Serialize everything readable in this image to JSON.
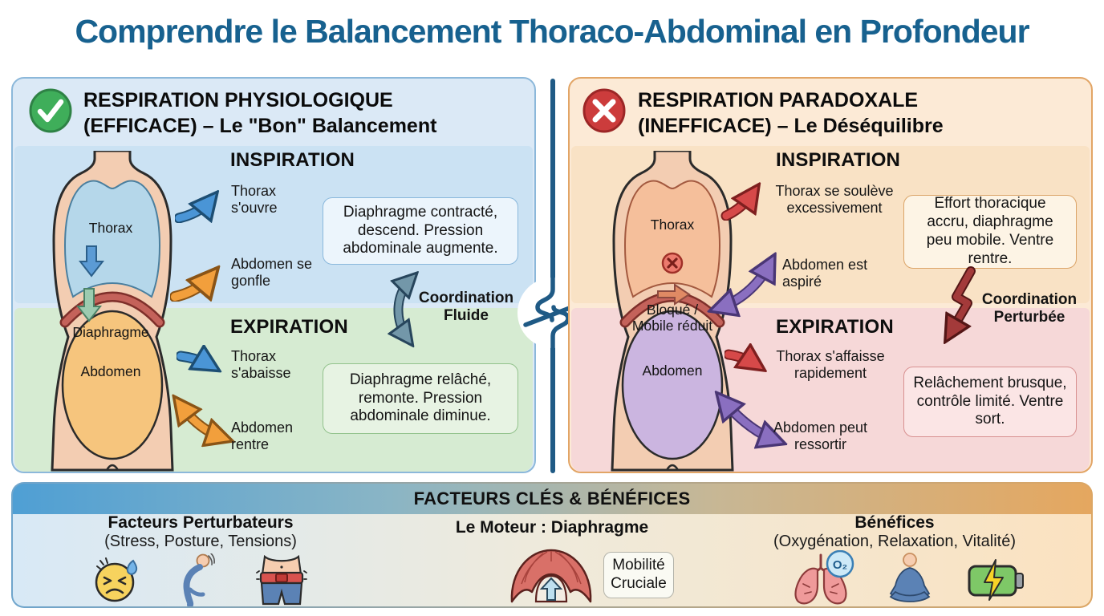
{
  "title": "Comprendre le Balancement Thoraco-Abdominal en Profondeur",
  "colors": {
    "title_blue": "#17618f",
    "good_green": "#3fae5a",
    "bad_red": "#cc3c3c",
    "blue_arrow": "#4a95d6",
    "orange_arrow": "#f29f3c",
    "red_arrow": "#d64949",
    "purple_arrow": "#8a6fc0",
    "teal_arrow": "#7397a9",
    "divider_blue": "#1f5a85"
  },
  "left_panel": {
    "heading_line1": "RESPIRATION PHYSIOLOGIQUE",
    "heading_line2": "(EFFICACE) – Le \"Bon\" Balancement",
    "inspiration": {
      "heading": "INSPIRATION",
      "point1": "Thorax s'ouvre",
      "point2": "Abdomen se gonfle",
      "note": "Diaphragme contracté, descend. Pression abdominale augmente."
    },
    "expiration": {
      "heading": "EXPIRATION",
      "point1": "Thorax s'abaisse",
      "point2": "Abdomen rentre",
      "note": "Diaphragme relâché, remonte. Pression abdominale diminue."
    },
    "coordination": "Coordination Fluide",
    "torso": {
      "thorax": "Thorax",
      "diaphragm": "Diaphragme",
      "abdomen": "Abdomen"
    }
  },
  "right_panel": {
    "heading_line1": "RESPIRATION PARADOXALE",
    "heading_line2": "(INEFFICACE) – Le Déséquilibre",
    "inspiration": {
      "heading": "INSPIRATION",
      "point1": "Thorax se soulève excessivement",
      "point2": "Abdomen est aspiré",
      "note": "Effort thoracique accru, diaphragme peu mobile. Ventre rentre."
    },
    "expiration": {
      "heading": "EXPIRATION",
      "point1": "Thorax s'affaisse rapidement",
      "point2": "Abdomen peut ressortir",
      "note": "Relâchement brusque, contrôle limité. Ventre sort."
    },
    "coordination": "Coordination Perturbée",
    "torso": {
      "thorax": "Thorax",
      "blocked": "Bloqué / Mobile réduit",
      "abdomen": "Abdomen"
    }
  },
  "footer": {
    "title": "FACTEURS CLÉS & BÉNÉFICES",
    "left": {
      "title": "Facteurs Perturbateurs",
      "subtitle": "(Stress, Posture, Tensions)"
    },
    "middle": {
      "title": "Le Moteur : Diaphragme",
      "badge": "Mobilité Cruciale"
    },
    "right": {
      "title": "Bénéfices",
      "subtitle": "(Oxygénation, Relaxation, Vitalité)",
      "o2_label": "O₂"
    }
  }
}
